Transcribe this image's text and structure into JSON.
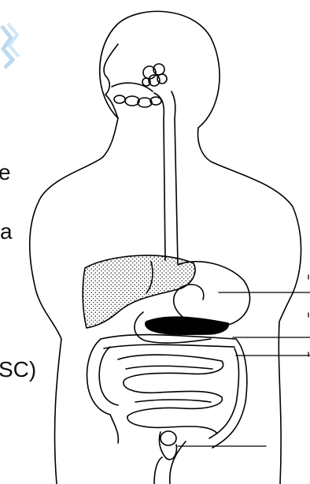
{
  "fragments": {
    "line1": "e",
    "line2": "a",
    "line3": "SC)"
  },
  "colors": {
    "outline": "#000000",
    "background": "#ffffff",
    "watermark": "#bcdaf0"
  },
  "icons": {
    "watermark": "logo-watermark-icon"
  }
}
